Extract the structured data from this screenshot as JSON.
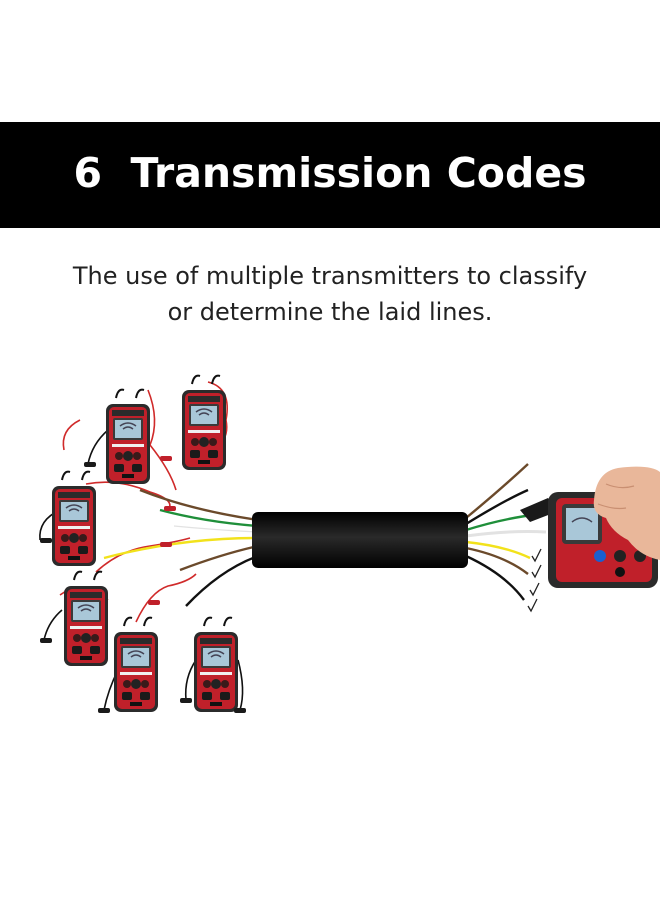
{
  "banner": {
    "title": "6  Transmission Codes"
  },
  "subtitle": {
    "line1": "The use of multiple transmitters to classify",
    "line2": "or determine the laid lines."
  },
  "colors": {
    "banner_bg": "#000000",
    "banner_text": "#ffffff",
    "device_body": "#2b2b2b",
    "device_red": "#c0202a",
    "screen": "#a9c7d8",
    "cable": "#111111",
    "wire_brown": "#6b4a2b",
    "wire_green": "#1f8f3a",
    "wire_yellow": "#f2e21b",
    "wire_white": "#e8e8e8",
    "wire_black": "#111111",
    "probe_wire_red": "#d02a2a",
    "check": "#222222"
  },
  "icons": {
    "transmitter": "transmitter-device-icon",
    "receiver": "receiver-device-icon",
    "check": "check-mark-icon",
    "clip": "alligator-clip-icon"
  }
}
